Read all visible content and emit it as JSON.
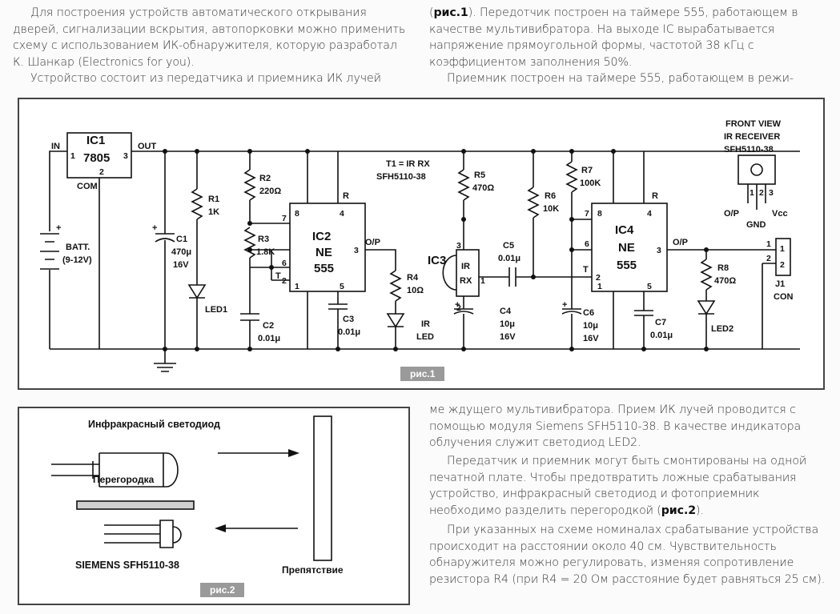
{
  "text": {
    "col1_p1": "Для построения устройств автоматического открывания дверей, сигнализации вскрытия, автопорковки можно применить схему с использованием ИК-обнаружителя, которую разработал К. Шанкар (Electronics for you).",
    "col1_p2": "Устройство состоит из передатчика и приемника ИК лучей",
    "col2_ref": "рис.1",
    "col2_p1": "). Передотчик построен на таймере 555, работающем в качестве мультивибратора. На выходе IC вырабатывается напряжение прямоугольной формы, частотой 38 кГц с коэффициентом заполнения 50%.",
    "col2_p2": "Приемник построен на таймере 555, работающем в режи-",
    "col3_p1": "ме ждущего мультивибратора. Прием ИК лучей проводится с помощью модуля Siemens SFH5110-38. В качестве индикатора облучения служит светодиод LED2.",
    "col3_p2a": "Передатчик и приемник могут быть смонтированы на одной печатной плате. Чтобы предотвратить ложные срабатывания устройство, инфракрасный светодиод и фотоприемник необходимо разделить перегородкой (",
    "col3_ref": "рис.2",
    "col3_p2b": ").",
    "col3_p3": "При указанных на схеме номиналах срабатывание устройства происходит на расстоянии около 40 см. Чувствительность обнаружителя можно регулировать, изменяя сопротивление резистора R4 (при R4 = 20 Ом расстояние будет равняться 25 см)."
  },
  "fig1": {
    "tag": "рис.1",
    "ic1": {
      "name": "IC1",
      "type": "7805",
      "in": "IN",
      "out": "OUT",
      "com": "COM",
      "p1": "1",
      "p2": "2",
      "p3": "3"
    },
    "batt": {
      "name": "BATT.",
      "value": "(9-12V)",
      "plus": "+",
      "minus": "-"
    },
    "c1": {
      "name": "C1",
      "value": "470μ",
      "volt": "16V",
      "plus": "+"
    },
    "r1": {
      "name": "R1",
      "value": "1K"
    },
    "led1": "LED1",
    "r2": {
      "name": "R2",
      "value": "220Ω"
    },
    "r3": {
      "name": "R3",
      "value": "1.8K"
    },
    "c2": {
      "name": "C2",
      "value": "0.01μ"
    },
    "ic2": {
      "name": "IC2",
      "l1": "NE",
      "l2": "555",
      "op": "O/P",
      "r": "R",
      "t": "T",
      "p8": "8",
      "p4": "4",
      "p7": "7",
      "p6": "6",
      "p2": "2",
      "p1": "1",
      "p5": "5",
      "p3": "3"
    },
    "c3": {
      "name": "C3",
      "value": "0.01μ"
    },
    "r4": {
      "name": "R4",
      "value": "10Ω"
    },
    "irled": {
      "l1": "IR",
      "l2": "LED"
    },
    "note1": "T1 = IR RX",
    "note2": "SFH5110-38",
    "r5": {
      "name": "R5",
      "value": "470Ω"
    },
    "ic3": {
      "name": "IC3",
      "l1": "IR",
      "l2": "RX",
      "p3": "3",
      "p1": "1",
      "p2": "2"
    },
    "c5": {
      "name": "C5",
      "value": "0.01μ"
    },
    "c4": {
      "name": "C4",
      "value": "10μ",
      "volt": "16V",
      "plus": "+"
    },
    "r6": {
      "name": "R6",
      "value": "10K"
    },
    "r7": {
      "name": "R7",
      "value": "100K"
    },
    "c6": {
      "name": "C6",
      "value": "10μ",
      "volt": "16V",
      "plus": "+"
    },
    "ic4": {
      "name": "IC4",
      "l1": "NE",
      "l2": "555",
      "op": "O/P",
      "r": "R",
      "t": "T",
      "p8": "8",
      "p4": "4",
      "p7": "7",
      "p6": "6",
      "p2": "2",
      "p1": "1",
      "p5": "5",
      "p3": "3"
    },
    "c7": {
      "name": "C7",
      "value": "0.01μ"
    },
    "r8": {
      "name": "R8",
      "value": "470Ω"
    },
    "led2": "LED2",
    "j1": {
      "name": "J1",
      "value": "CON",
      "p1": "1",
      "p2": "2"
    },
    "front": {
      "l1": "FRONT VIEW",
      "l2": "IR RECEIVER",
      "l3": "SFH5110-38",
      "op": "O/P",
      "gnd": "GND",
      "vcc": "Vcc",
      "p1": "1",
      "p2": "2",
      "p3": "3"
    }
  },
  "fig2": {
    "tag": "рис.2",
    "led_label": "Инфракрасный светодиод",
    "partition": "Перегородка",
    "sensor": "SIEMENS SFH5110-38",
    "obstacle": "Препятствие"
  }
}
